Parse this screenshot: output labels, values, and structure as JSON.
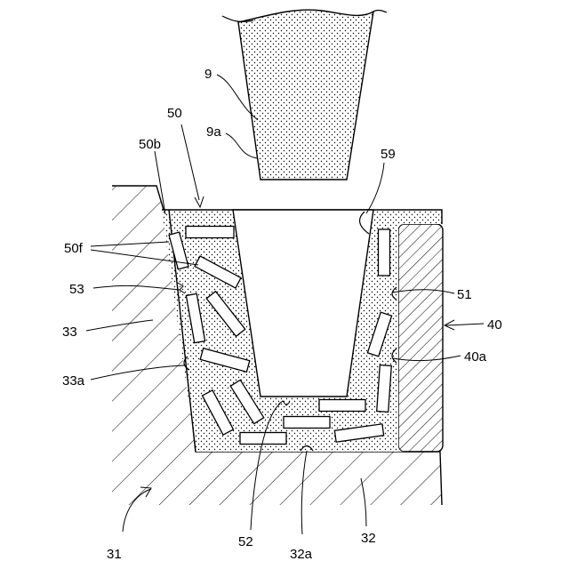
{
  "colors": {
    "line": "#000000",
    "background": "#ffffff",
    "dot_fill": "#000000"
  },
  "labels": {
    "9": "9",
    "9a": "9a",
    "50": "50",
    "50b": "50b",
    "59": "59",
    "50f": "50f",
    "53": "53",
    "51": "51",
    "40": "40",
    "33": "33",
    "40a": "40a",
    "33a": "33a",
    "31": "31",
    "52": "52",
    "32a": "32a",
    "32": "32"
  }
}
